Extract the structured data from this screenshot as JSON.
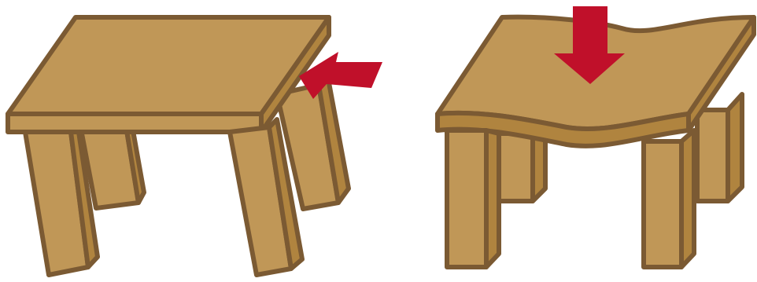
{
  "figure": {
    "panels": [
      {
        "id": "left",
        "object": "table",
        "state": "legs-splayed",
        "force_direction": "horizontal-left"
      },
      {
        "id": "right",
        "object": "table",
        "state": "top-warped",
        "force_direction": "vertical-down"
      }
    ]
  },
  "colors": {
    "wood_fill": "#c09757",
    "wood_dark": "#b0843f",
    "outline": "#7b5a33",
    "arrow": "#c0102a",
    "background": "#ffffff"
  }
}
